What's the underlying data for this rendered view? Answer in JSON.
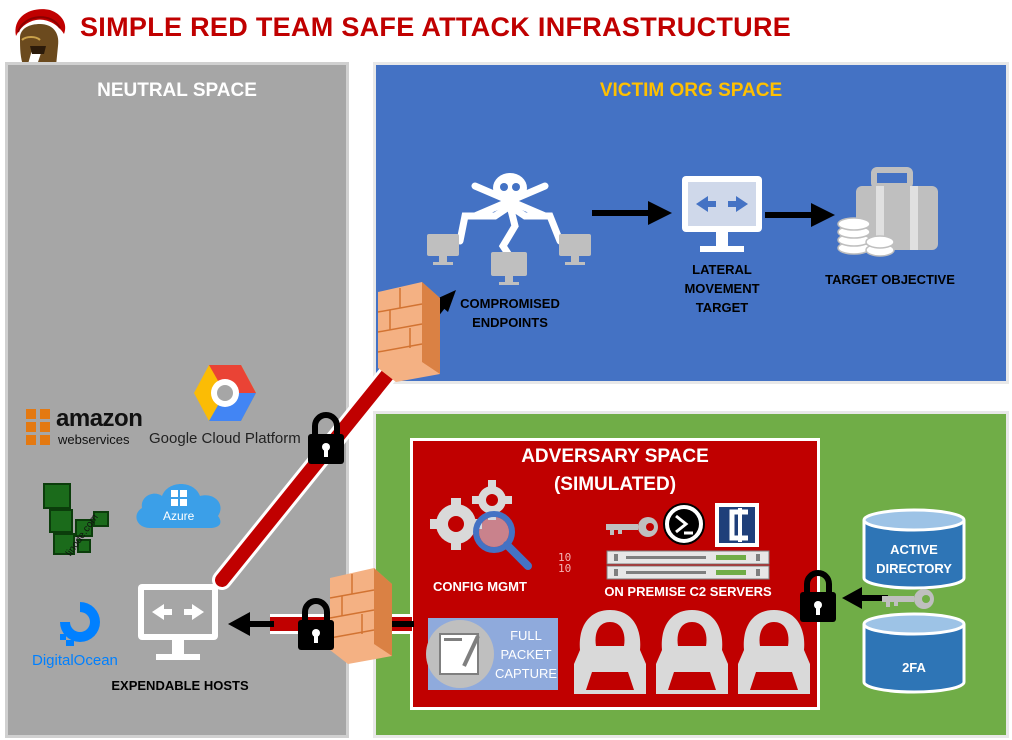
{
  "title": "SIMPLE RED TEAM SAFE ATTACK INFRASTRUCTURE",
  "spaces": {
    "neutral": "NEUTRAL SPACE",
    "victim": "VICTIM ORG SPACE",
    "adversary_line1": "ADVERSARY SPACE",
    "adversary_line2": "(SIMULATED)"
  },
  "labels": {
    "compromised_line1": "COMPROMISED",
    "compromised_line2": "ENDPOINTS",
    "lateral_line1": "LATERAL",
    "lateral_line2": "MOVEMENT",
    "lateral_line3": "TARGET",
    "target_objective": "TARGET OBJECTIVE",
    "config_mgmt": "CONFIG MGMT",
    "c2_servers": "ON PREMISE C2 SERVERS",
    "packet_line1": "FULL",
    "packet_line2": "PACKET",
    "packet_line3": "CAPTURE",
    "active_directory_line1": "ACTIVE",
    "active_directory_line2": "DIRECTORY",
    "twofa": "2FA",
    "expendable_hosts": "EXPENDABLE HOSTS"
  },
  "providers": {
    "amazon_main": "amazon",
    "amazon_sub": "webservices",
    "google": "Google Cloud Platform",
    "azure": "Azure",
    "linode": "linode.com",
    "digitalocean": "DigitalOcean"
  },
  "colors": {
    "title": "#c00000",
    "neutral_bg": "#a6a6a6",
    "victim_bg": "#4472c4",
    "adversary_outer_bg": "#70ad47",
    "adversary_inner_bg": "#c00000",
    "victim_title": "#ffc000",
    "database": "#2e75b6",
    "firewall": "#f4b183"
  }
}
